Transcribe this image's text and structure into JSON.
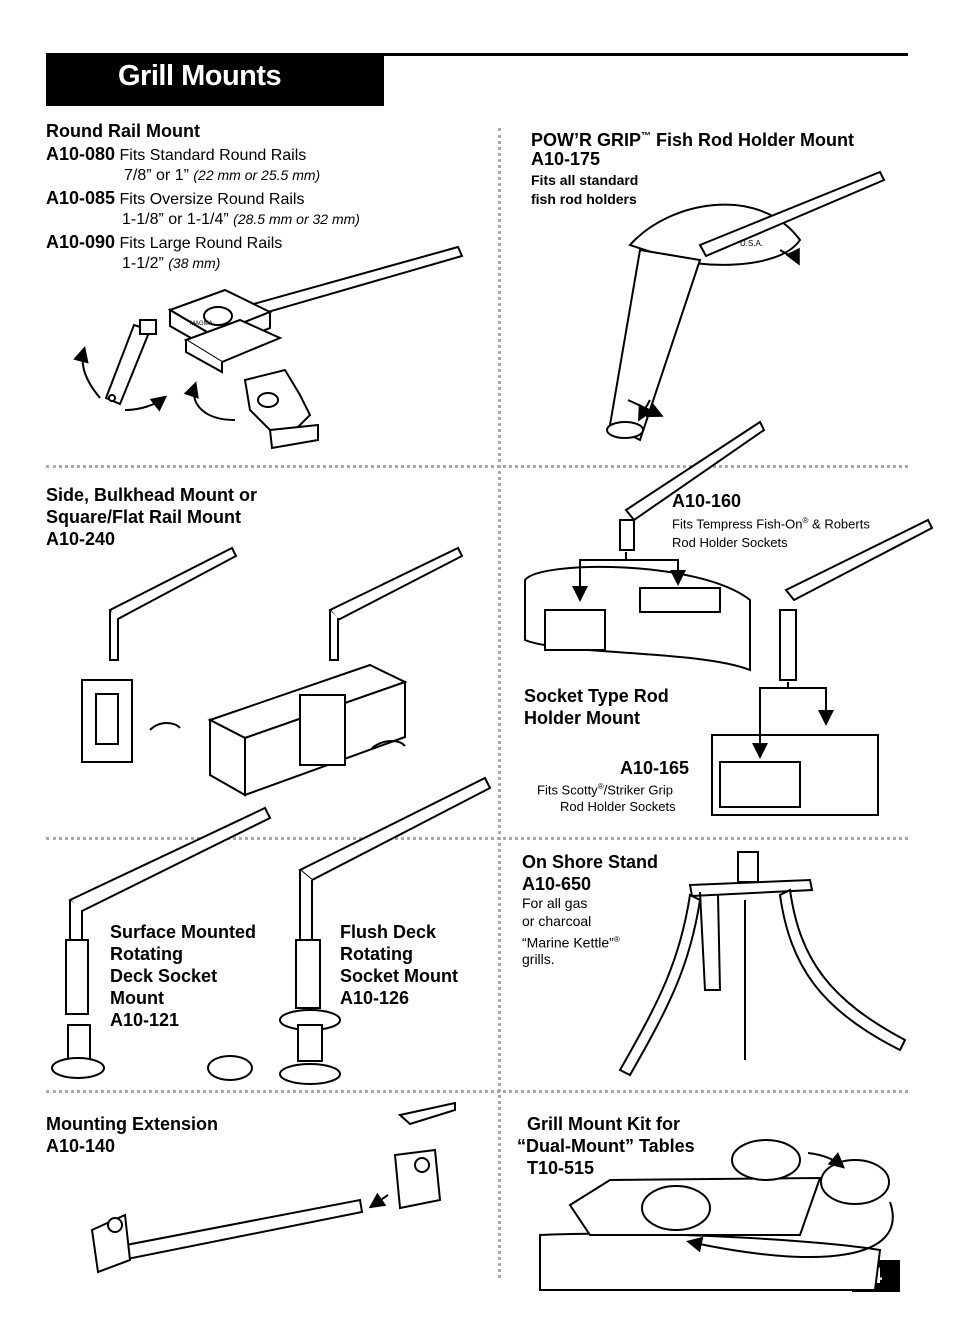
{
  "page": {
    "title": "Grill Mounts",
    "page_number": "4"
  },
  "round_rail": {
    "heading": "Round Rail Mount",
    "rows": [
      {
        "part": "A10-080",
        "desc": "Fits Standard Round Rails",
        "size": "7/8” or 1”",
        "metric": "(22 mm or 25.5 mm)"
      },
      {
        "part": "A10-085",
        "desc": "Fits Oversize Round Rails",
        "size": "1-1/8” or 1-1/4”",
        "metric": "(28.5 mm or 32 mm)"
      },
      {
        "part": "A10-090",
        "desc": "Fits Large Round Rails",
        "size": "1-1/2”",
        "metric": "(38 mm)"
      }
    ]
  },
  "powr_grip": {
    "heading": "POW’R GRIP",
    "tm": "™",
    "heading_rest": " Fish Rod Holder Mount",
    "part": "A10-175",
    "note_line1": "Fits all standard",
    "note_line2": "fish rod holders",
    "brand": "MAGMA",
    "usa": "U.S.A."
  },
  "side_bulkhead": {
    "line1": "Side, Bulkhead Mount or",
    "line2": "Square/Flat Rail Mount",
    "part": "A10-240"
  },
  "socket_type": {
    "part1": "A10-160",
    "part1_line1": "Fits Tempress Fish-On",
    "reg": "®",
    "part1_line1_rest": " & Roberts",
    "part1_line2": "Rod Holder Sockets",
    "heading_line1": "Socket Type Rod",
    "heading_line2": "Holder Mount",
    "part2": "A10-165",
    "part2_line1": "Fits Scotty",
    "part2_line1_rest": "/Striker Grip",
    "part2_line2": "Rod Holder Sockets"
  },
  "surface_mounted": {
    "lines": [
      "Surface Mounted",
      "Rotating",
      "Deck Socket",
      "Mount"
    ],
    "part": "A10-121"
  },
  "flush_deck": {
    "lines": [
      "Flush Deck",
      "Rotating",
      "Socket Mount"
    ],
    "part": "A10-126"
  },
  "on_shore": {
    "heading": "On Shore Stand",
    "part": "A10-650",
    "line1": "For all gas",
    "line2": "or charcoal",
    "line3": "“Marine Kettle”",
    "reg": "®",
    "line4": "grills."
  },
  "extension": {
    "heading": "Mounting Extension",
    "part": "A10-140"
  },
  "grill_kit": {
    "line1": "Grill Mount Kit for",
    "line2": "“Dual-Mount” Tables",
    "part": "T10-515"
  },
  "colors": {
    "ink": "#000000",
    "paper": "#ffffff",
    "divider": "#aaaaaa"
  }
}
